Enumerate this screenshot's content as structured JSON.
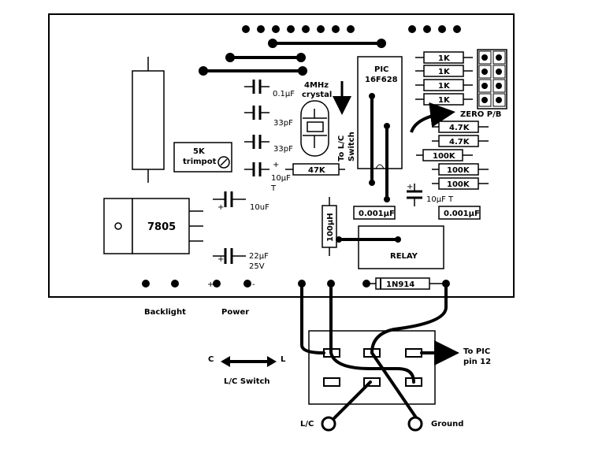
{
  "ic": {
    "name": "PIC",
    "part": "16F628"
  },
  "regulator": "7805",
  "relay": "RELAY",
  "diode": "1N914",
  "crystal": {
    "line1": "4MHz",
    "line2": "crystal"
  },
  "trimpot": {
    "line1": "5K",
    "line2": "trimpot"
  },
  "inductor": "100µH",
  "capacitors": {
    "c1": "0.1µF",
    "c2": "33pF",
    "c3": "33pF",
    "c4": "10µF",
    "c4_t": "T",
    "c5": "10uF",
    "c6_value": "22µF",
    "c6_voltage": "25V",
    "c7": "10µF T"
  },
  "boxes": {
    "left": "0.001µF",
    "right": "0.001µF"
  },
  "resistors": {
    "r1": "1K",
    "r2": "1K",
    "r3": "1K",
    "r4": "1K",
    "r5": "4.7K",
    "r6": "4.7K",
    "r7": "100K",
    "r8": "100K",
    "r9": "100K",
    "r_pic": "47K"
  },
  "labels": {
    "to_lc_switch_1": "To L/C",
    "to_lc_switch_2": "Switch",
    "zero_pb": "ZERO P/B",
    "backlight": "Backlight",
    "power": "Power",
    "plus": "+",
    "minus": "-",
    "c": "C",
    "l": "L",
    "lc_switch": "L/C Switch",
    "to_pic_1": "To PIC",
    "to_pic_2": "pin 12",
    "lc": "L/C",
    "ground": "Ground",
    "cap_plus": "+"
  }
}
